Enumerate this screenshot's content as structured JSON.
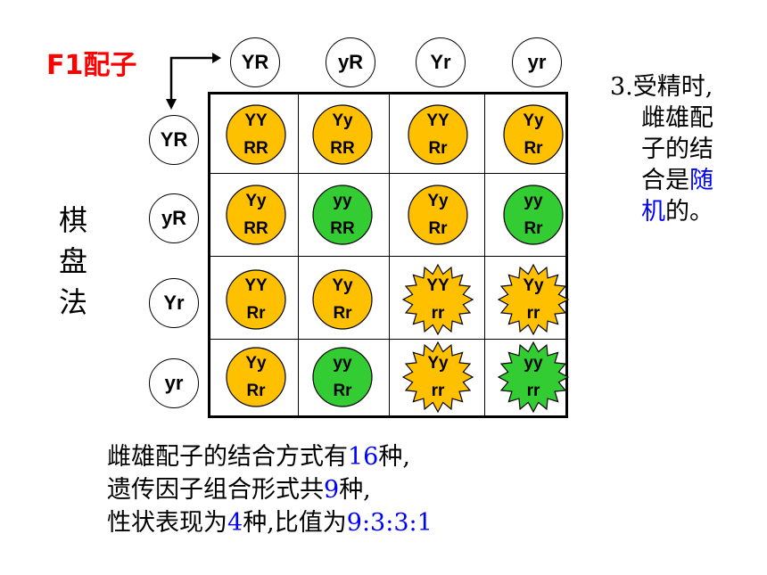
{
  "f1_label": "F1配子",
  "col_gametes": [
    "YR",
    "yR",
    "Yr",
    "yr"
  ],
  "row_gametes": [
    "YR",
    "yR",
    "Yr",
    "yr"
  ],
  "method_label": [
    "棋",
    "盘",
    "法"
  ],
  "colors": {
    "yellow": "#ffc000",
    "green": "#33cc33",
    "red": "#ff0000",
    "blue": "#0000ff"
  },
  "cells": [
    [
      {
        "top": "YY",
        "bottom": "RR",
        "color": "yellow",
        "shape": "circle"
      },
      {
        "top": "Yy",
        "bottom": "RR",
        "color": "yellow",
        "shape": "circle"
      },
      {
        "top": "YY",
        "bottom": "Rr",
        "color": "yellow",
        "shape": "circle"
      },
      {
        "top": "Yy",
        "bottom": "Rr",
        "color": "yellow",
        "shape": "circle"
      }
    ],
    [
      {
        "top": "Yy",
        "bottom": "RR",
        "color": "yellow",
        "shape": "circle"
      },
      {
        "top": "yy",
        "bottom": "RR",
        "color": "green",
        "shape": "circle"
      },
      {
        "top": "Yy",
        "bottom": "Rr",
        "color": "yellow",
        "shape": "circle"
      },
      {
        "top": "yy",
        "bottom": "Rr",
        "color": "green",
        "shape": "circle"
      }
    ],
    [
      {
        "top": "YY",
        "bottom": "Rr",
        "color": "yellow",
        "shape": "circle"
      },
      {
        "top": "Yy",
        "bottom": "Rr",
        "color": "yellow",
        "shape": "circle"
      },
      {
        "top": "YY",
        "bottom": "rr",
        "color": "yellow",
        "shape": "star"
      },
      {
        "top": "Yy",
        "bottom": "rr",
        "color": "yellow",
        "shape": "star"
      }
    ],
    [
      {
        "top": "Yy",
        "bottom": "Rr",
        "color": "yellow",
        "shape": "circle"
      },
      {
        "top": "yy",
        "bottom": "Rr",
        "color": "green",
        "shape": "circle"
      },
      {
        "top": "Yy",
        "bottom": "rr",
        "color": "yellow",
        "shape": "star"
      },
      {
        "top": "yy",
        "bottom": "rr",
        "color": "green",
        "shape": "star"
      }
    ]
  ],
  "note": {
    "line1": "3.受精时,",
    "line2": "雌雄配",
    "line3": "子的结",
    "line4_prefix": "合是",
    "line4_highlight": "随",
    "line5_highlight": "机",
    "line5_suffix": "的。"
  },
  "summary": {
    "l1_prefix": "雌雄配子的结合方式有",
    "l1_num": "16",
    "l1_suffix": "种,",
    "l2_prefix": "遗传因子组合形式共",
    "l2_num": "9",
    "l2_suffix": "种,",
    "l3_prefix": "性状表现为",
    "l3_num": "4",
    "l3_mid": "种,比值为",
    "l3_ratio": "9:3:3:1"
  }
}
